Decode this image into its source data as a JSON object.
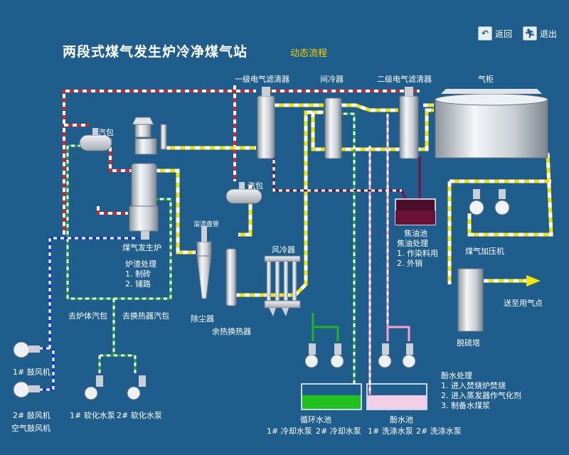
{
  "header": {
    "title": "两段式煤气发生炉冷净煤气站",
    "subtitle": "动态流程",
    "back_label": "返回",
    "exit_label": "退出",
    "back_icon": "return-arrow-icon",
    "exit_icon": "running-man-exit-icon"
  },
  "equipment": {
    "ep1": "一级电气滤清器",
    "cooler": "间冷器",
    "ep2": "二级电气滤清器",
    "holder": "气柜",
    "steam_drum_1": "汽包",
    "steam_drum_2": "汽包",
    "gasifier": "煤气发生炉",
    "cyclone_top": "溢流盘管",
    "dust_remover": "除尘器",
    "heat_exchanger": "余热换热器",
    "air_cooler": "风冷器",
    "tar_pool": "焦油池",
    "compressor": "煤气加压机",
    "desulfur": "脱硫塔",
    "to_users": "送至用气点",
    "to_gasifier_drum": "去炉体汽包",
    "to_exchanger_drum": "去换热器汽包",
    "blower1": "1# 鼓风机",
    "blower2": "2# 鼓风机",
    "air_blower": "空气鼓风机",
    "softener_pump1": "1# 软化水泵",
    "softener_pump2": "2# 软化水泵",
    "circ_pool": "循环水池",
    "phenol_pool": "酚水池",
    "cool_pump1": "1# 冷却水泵",
    "cool_pump2": "2# 冷却水泵",
    "wash_pump1": "1# 洗涤水泵",
    "wash_pump2": "2# 洗涤水泵"
  },
  "notes": {
    "slag": "炉渣处理\n1. 制砖\n2. 铺路",
    "tar": "焦油处理\n1. 作染料用\n2. 外销",
    "phenol": "酚水处理\n1. 进入焚烧炉焚烧\n2. 进入蒸发器作气化剂\n3. 制备水煤浆"
  },
  "colors": {
    "background": "#1f5e8c",
    "gas_pipe": "#f2e600",
    "hot_gas_pipe": "#e02424",
    "air_pipe": "#1a2fd6",
    "soft_water_pipe": "#1fb51f",
    "tar_pipe": "#7a1040",
    "wash_water_pipe": "#ff9fd0",
    "subtitle": "#f5d300"
  }
}
